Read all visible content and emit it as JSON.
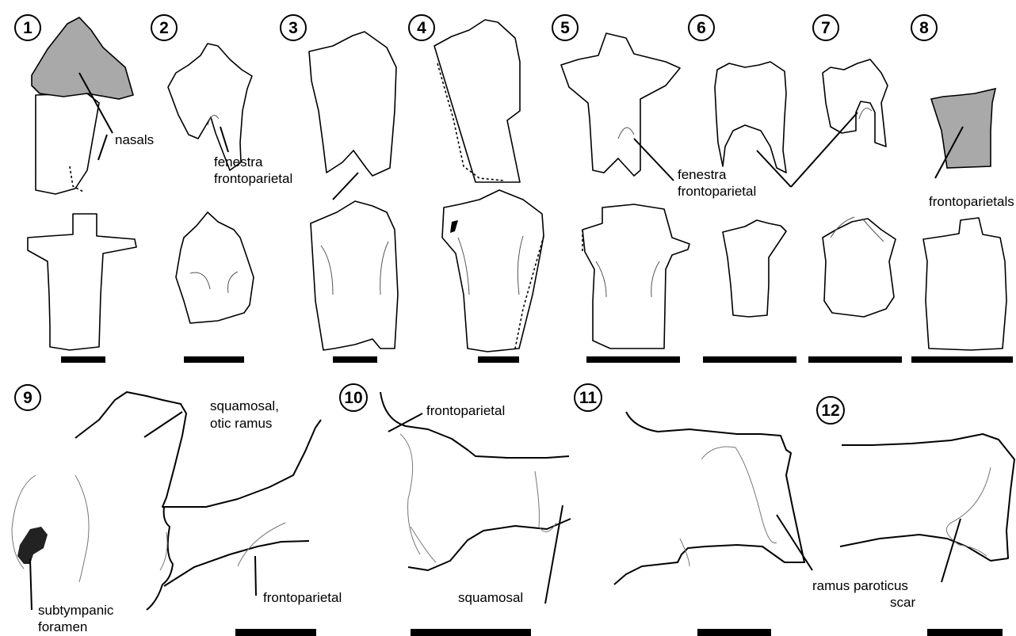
{
  "panels": [
    "1",
    "2",
    "3",
    "4",
    "5",
    "6",
    "7",
    "8",
    "9",
    "10",
    "11",
    "12"
  ],
  "labels": {
    "nasals": "nasals",
    "fenestra_a_line1": "fenestra",
    "fenestra_a_line2": "frontoparietal",
    "fenestra_b_line1": "fenestra",
    "fenestra_b_line2": "frontoparietal",
    "frontoparietals": "frontoparietals",
    "squamosal_otic_line1": "squamosal,",
    "squamosal_otic_line2": "otic ramus",
    "subtympanic_line1": "subtympanic",
    "subtympanic_line2": "foramen",
    "frontoparietal_9": "frontoparietal",
    "frontoparietal_10": "frontoparietal",
    "squamosal_10": "squamosal",
    "ramus_line1": "ramus paroticus",
    "ramus_line2": "scar"
  },
  "colors": {
    "bone_fill": "#ffffff",
    "highlight_fill": "#a9a9a9",
    "outline": "#000000",
    "foramen_fill": "#222222"
  }
}
